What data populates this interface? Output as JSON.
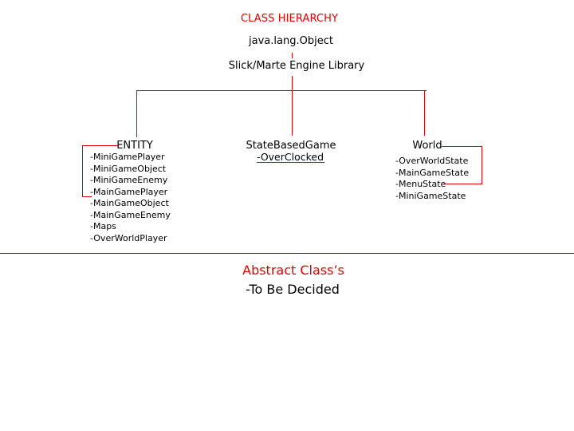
{
  "title": "CLASS HIERARCHY",
  "root_class": "java.lang.Object",
  "engine_library": "Slick/Marte Engine Library",
  "nodes": {
    "entity": {
      "title": "ENTITY",
      "items": [
        "-MiniGamePlayer",
        "-MiniGameObject",
        "-MiniGameEnemy",
        "-MainGamePlayer",
        "-MainGameObject",
        "-MainGameEnemy",
        "-Maps",
        "-OverWorldPlayer"
      ]
    },
    "state_based_game": {
      "title": "StateBasedGame",
      "subclass": "-OverClocked"
    },
    "world": {
      "title": "World",
      "items": [
        "-OverWorldState",
        "-MainGameState",
        "-MenuState",
        "-MiniGameState"
      ]
    }
  },
  "abstract": {
    "title": "Abstract Class’s",
    "subtitle": "-To Be Decided"
  },
  "colors": {
    "accent": "#e00000",
    "text": "#000000",
    "background": "#ffffff"
  }
}
